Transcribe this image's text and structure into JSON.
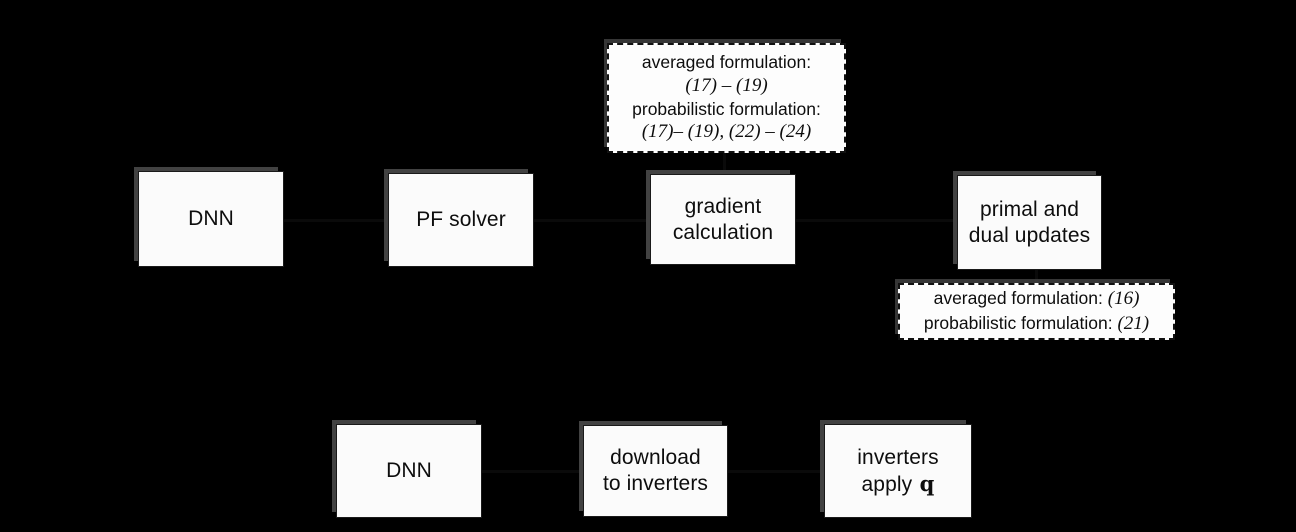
{
  "diagram": {
    "background_color": "#000000",
    "node_fill": "#fbfbfb",
    "node_text_color": "#0d0d0d",
    "callout_border_style": "dashed",
    "nodes": [
      {
        "id": "dnn-top",
        "label_line1": "DNN",
        "label_line2": ""
      },
      {
        "id": "pf-solver",
        "label_line1": "PF solver",
        "label_line2": ""
      },
      {
        "id": "gradient",
        "label_line1": "gradient",
        "label_line2": "calculation"
      },
      {
        "id": "primal-dual",
        "label_line1": "primal and",
        "label_line2": "dual updates"
      },
      {
        "id": "dnn-bottom",
        "label_line1": "DNN",
        "label_line2": ""
      },
      {
        "id": "download",
        "label_line1": "download",
        "label_line2": "to inverters"
      },
      {
        "id": "inverters",
        "label_line1": "inverters",
        "label_line2": "apply",
        "symbol": "q"
      }
    ],
    "callouts": [
      {
        "id": "gradient-formulations",
        "lines": [
          {
            "text": "averaged formulation:",
            "italic": false
          },
          {
            "text": "(17) – (19)",
            "italic": true
          },
          {
            "text": "probabilistic formulation:",
            "italic": false
          },
          {
            "text": "(17)– (19), (22) – (24)",
            "italic": true
          }
        ]
      },
      {
        "id": "update-formulations",
        "lines": [
          {
            "label": "averaged formulation:",
            "value": "(16)"
          },
          {
            "label": "probabilistic formulation:",
            "value": "(21)"
          }
        ]
      }
    ]
  }
}
